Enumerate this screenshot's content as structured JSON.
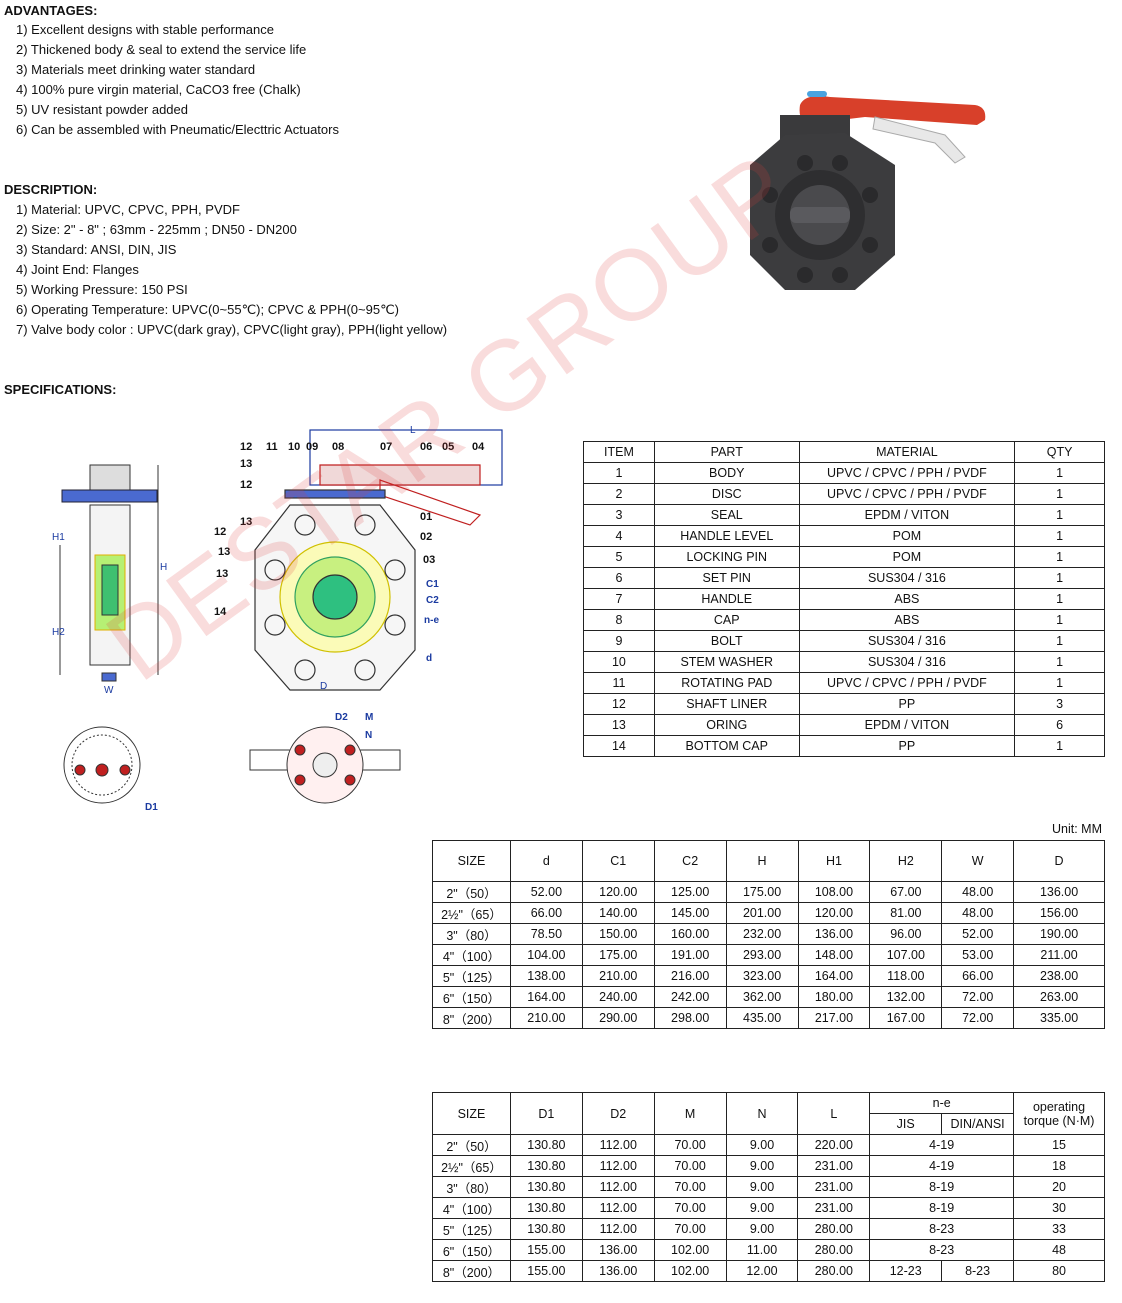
{
  "advantages": {
    "title": "ADVANTAGES:",
    "items": [
      "1) Excellent designs with stable performance",
      "2) Thickened body & seal to extend the service life",
      "3) Materials meet drinking water standard",
      "4) 100% pure virgin material, CaCO3 free (Chalk)",
      "5) UV resistant powder added",
      "6) Can be assembled with Pneumatic/Electtric Actuators"
    ]
  },
  "description": {
    "title": "DESCRIPTION:",
    "items": [
      "1) Material: UPVC, CPVC, PPH, PVDF",
      "2) Size: 2\" - 8\" ; 63mm - 225mm ; DN50 - DN200",
      "3) Standard: ANSI, DIN, JIS",
      "4) Joint End: Flanges",
      "5) Working Pressure: 150 PSI",
      "6) Operating Temperature: UPVC(0~55℃); CPVC & PPH(0~95℃)",
      "7) Valve body color : UPVC(dark gray), CPVC(light gray), PPH(light yellow)"
    ]
  },
  "specifications": {
    "title": "SPECIFICATIONS:"
  },
  "watermark": "DESTAR GROUP",
  "drawing": {
    "part_numbers": [
      "12",
      "11",
      "10",
      "09",
      "08",
      "07",
      "06",
      "05",
      "04",
      "13",
      "12",
      "13",
      "12",
      "13",
      "13",
      "14",
      "01",
      "02",
      "03"
    ],
    "dim_labels": {
      "L": "L",
      "H": "H",
      "H1": "H1",
      "H2": "H2",
      "W": "W",
      "D": "D",
      "d": "d",
      "C1": "C1",
      "C2": "C2",
      "ne": "n-e",
      "D1": "D1",
      "D2": "D2",
      "M": "M",
      "N": "N"
    }
  },
  "parts_table": {
    "headers": [
      "ITEM",
      "PART",
      "MATERIAL",
      "QTY"
    ],
    "rows": [
      [
        "1",
        "BODY",
        "UPVC / CPVC / PPH / PVDF",
        "1"
      ],
      [
        "2",
        "DISC",
        "UPVC / CPVC / PPH / PVDF",
        "1"
      ],
      [
        "3",
        "SEAL",
        "EPDM / VITON",
        "1"
      ],
      [
        "4",
        "HANDLE LEVEL",
        "POM",
        "1"
      ],
      [
        "5",
        "LOCKING PIN",
        "POM",
        "1"
      ],
      [
        "6",
        "SET PIN",
        "SUS304 / 316",
        "1"
      ],
      [
        "7",
        "HANDLE",
        "ABS",
        "1"
      ],
      [
        "8",
        "CAP",
        "ABS",
        "1"
      ],
      [
        "9",
        "BOLT",
        "SUS304 / 316",
        "1"
      ],
      [
        "10",
        "STEM WASHER",
        "SUS304 / 316",
        "1"
      ],
      [
        "11",
        "ROTATING PAD",
        "UPVC / CPVC / PPH / PVDF",
        "1"
      ],
      [
        "12",
        "SHAFT LINER",
        "PP",
        "3"
      ],
      [
        "13",
        "ORING",
        "EPDM / VITON",
        "6"
      ],
      [
        "14",
        "BOTTOM CAP",
        "PP",
        "1"
      ]
    ]
  },
  "unit_label": "Unit: MM",
  "dim_table": {
    "headers": [
      "SIZE",
      "d",
      "C1",
      "C2",
      "H",
      "H1",
      "H2",
      "W",
      "D"
    ],
    "rows": [
      [
        "2\"（50）",
        "52.00",
        "120.00",
        "125.00",
        "175.00",
        "108.00",
        "67.00",
        "48.00",
        "136.00"
      ],
      [
        "2½\"（65）",
        "66.00",
        "140.00",
        "145.00",
        "201.00",
        "120.00",
        "81.00",
        "48.00",
        "156.00"
      ],
      [
        "3\"（80）",
        "78.50",
        "150.00",
        "160.00",
        "232.00",
        "136.00",
        "96.00",
        "52.00",
        "190.00"
      ],
      [
        "4\"（100）",
        "104.00",
        "175.00",
        "191.00",
        "293.00",
        "148.00",
        "107.00",
        "53.00",
        "211.00"
      ],
      [
        "5\"（125）",
        "138.00",
        "210.00",
        "216.00",
        "323.00",
        "164.00",
        "118.00",
        "66.00",
        "238.00"
      ],
      [
        "6\"（150）",
        "164.00",
        "240.00",
        "242.00",
        "362.00",
        "180.00",
        "132.00",
        "72.00",
        "263.00"
      ],
      [
        "8\"（200）",
        "210.00",
        "290.00",
        "298.00",
        "435.00",
        "217.00",
        "167.00",
        "72.00",
        "335.00"
      ]
    ]
  },
  "flange_table": {
    "headers": [
      "SIZE",
      "D1",
      "D2",
      "M",
      "N",
      "L"
    ],
    "ne_header": "n-e",
    "ne_sub": [
      "JIS",
      "DIN/ANSI"
    ],
    "torque_header": "operating torque (N·M)",
    "rows": [
      {
        "size": "2\"（50）",
        "D1": "130.80",
        "D2": "112.00",
        "M": "70.00",
        "N": "9.00",
        "L": "220.00",
        "ne": "4-19",
        "torque": "15"
      },
      {
        "size": "2½\"（65）",
        "D1": "130.80",
        "D2": "112.00",
        "M": "70.00",
        "N": "9.00",
        "L": "231.00",
        "ne": "4-19",
        "torque": "18"
      },
      {
        "size": "3\"（80）",
        "D1": "130.80",
        "D2": "112.00",
        "M": "70.00",
        "N": "9.00",
        "L": "231.00",
        "ne": "8-19",
        "torque": "20"
      },
      {
        "size": "4\"（100）",
        "D1": "130.80",
        "D2": "112.00",
        "M": "70.00",
        "N": "9.00",
        "L": "231.00",
        "ne": "8-19",
        "torque": "30"
      },
      {
        "size": "5\"（125）",
        "D1": "130.80",
        "D2": "112.00",
        "M": "70.00",
        "N": "9.00",
        "L": "280.00",
        "ne": "8-23",
        "torque": "33"
      },
      {
        "size": "6\"（150）",
        "D1": "155.00",
        "D2": "136.00",
        "M": "102.00",
        "N": "11.00",
        "L": "280.00",
        "ne": "8-23",
        "torque": "48"
      },
      {
        "size": "8\"（200）",
        "D1": "155.00",
        "D2": "136.00",
        "M": "102.00",
        "N": "12.00",
        "L": "280.00",
        "ne_jis": "12-23",
        "ne_din": "8-23",
        "torque": "80"
      }
    ]
  }
}
